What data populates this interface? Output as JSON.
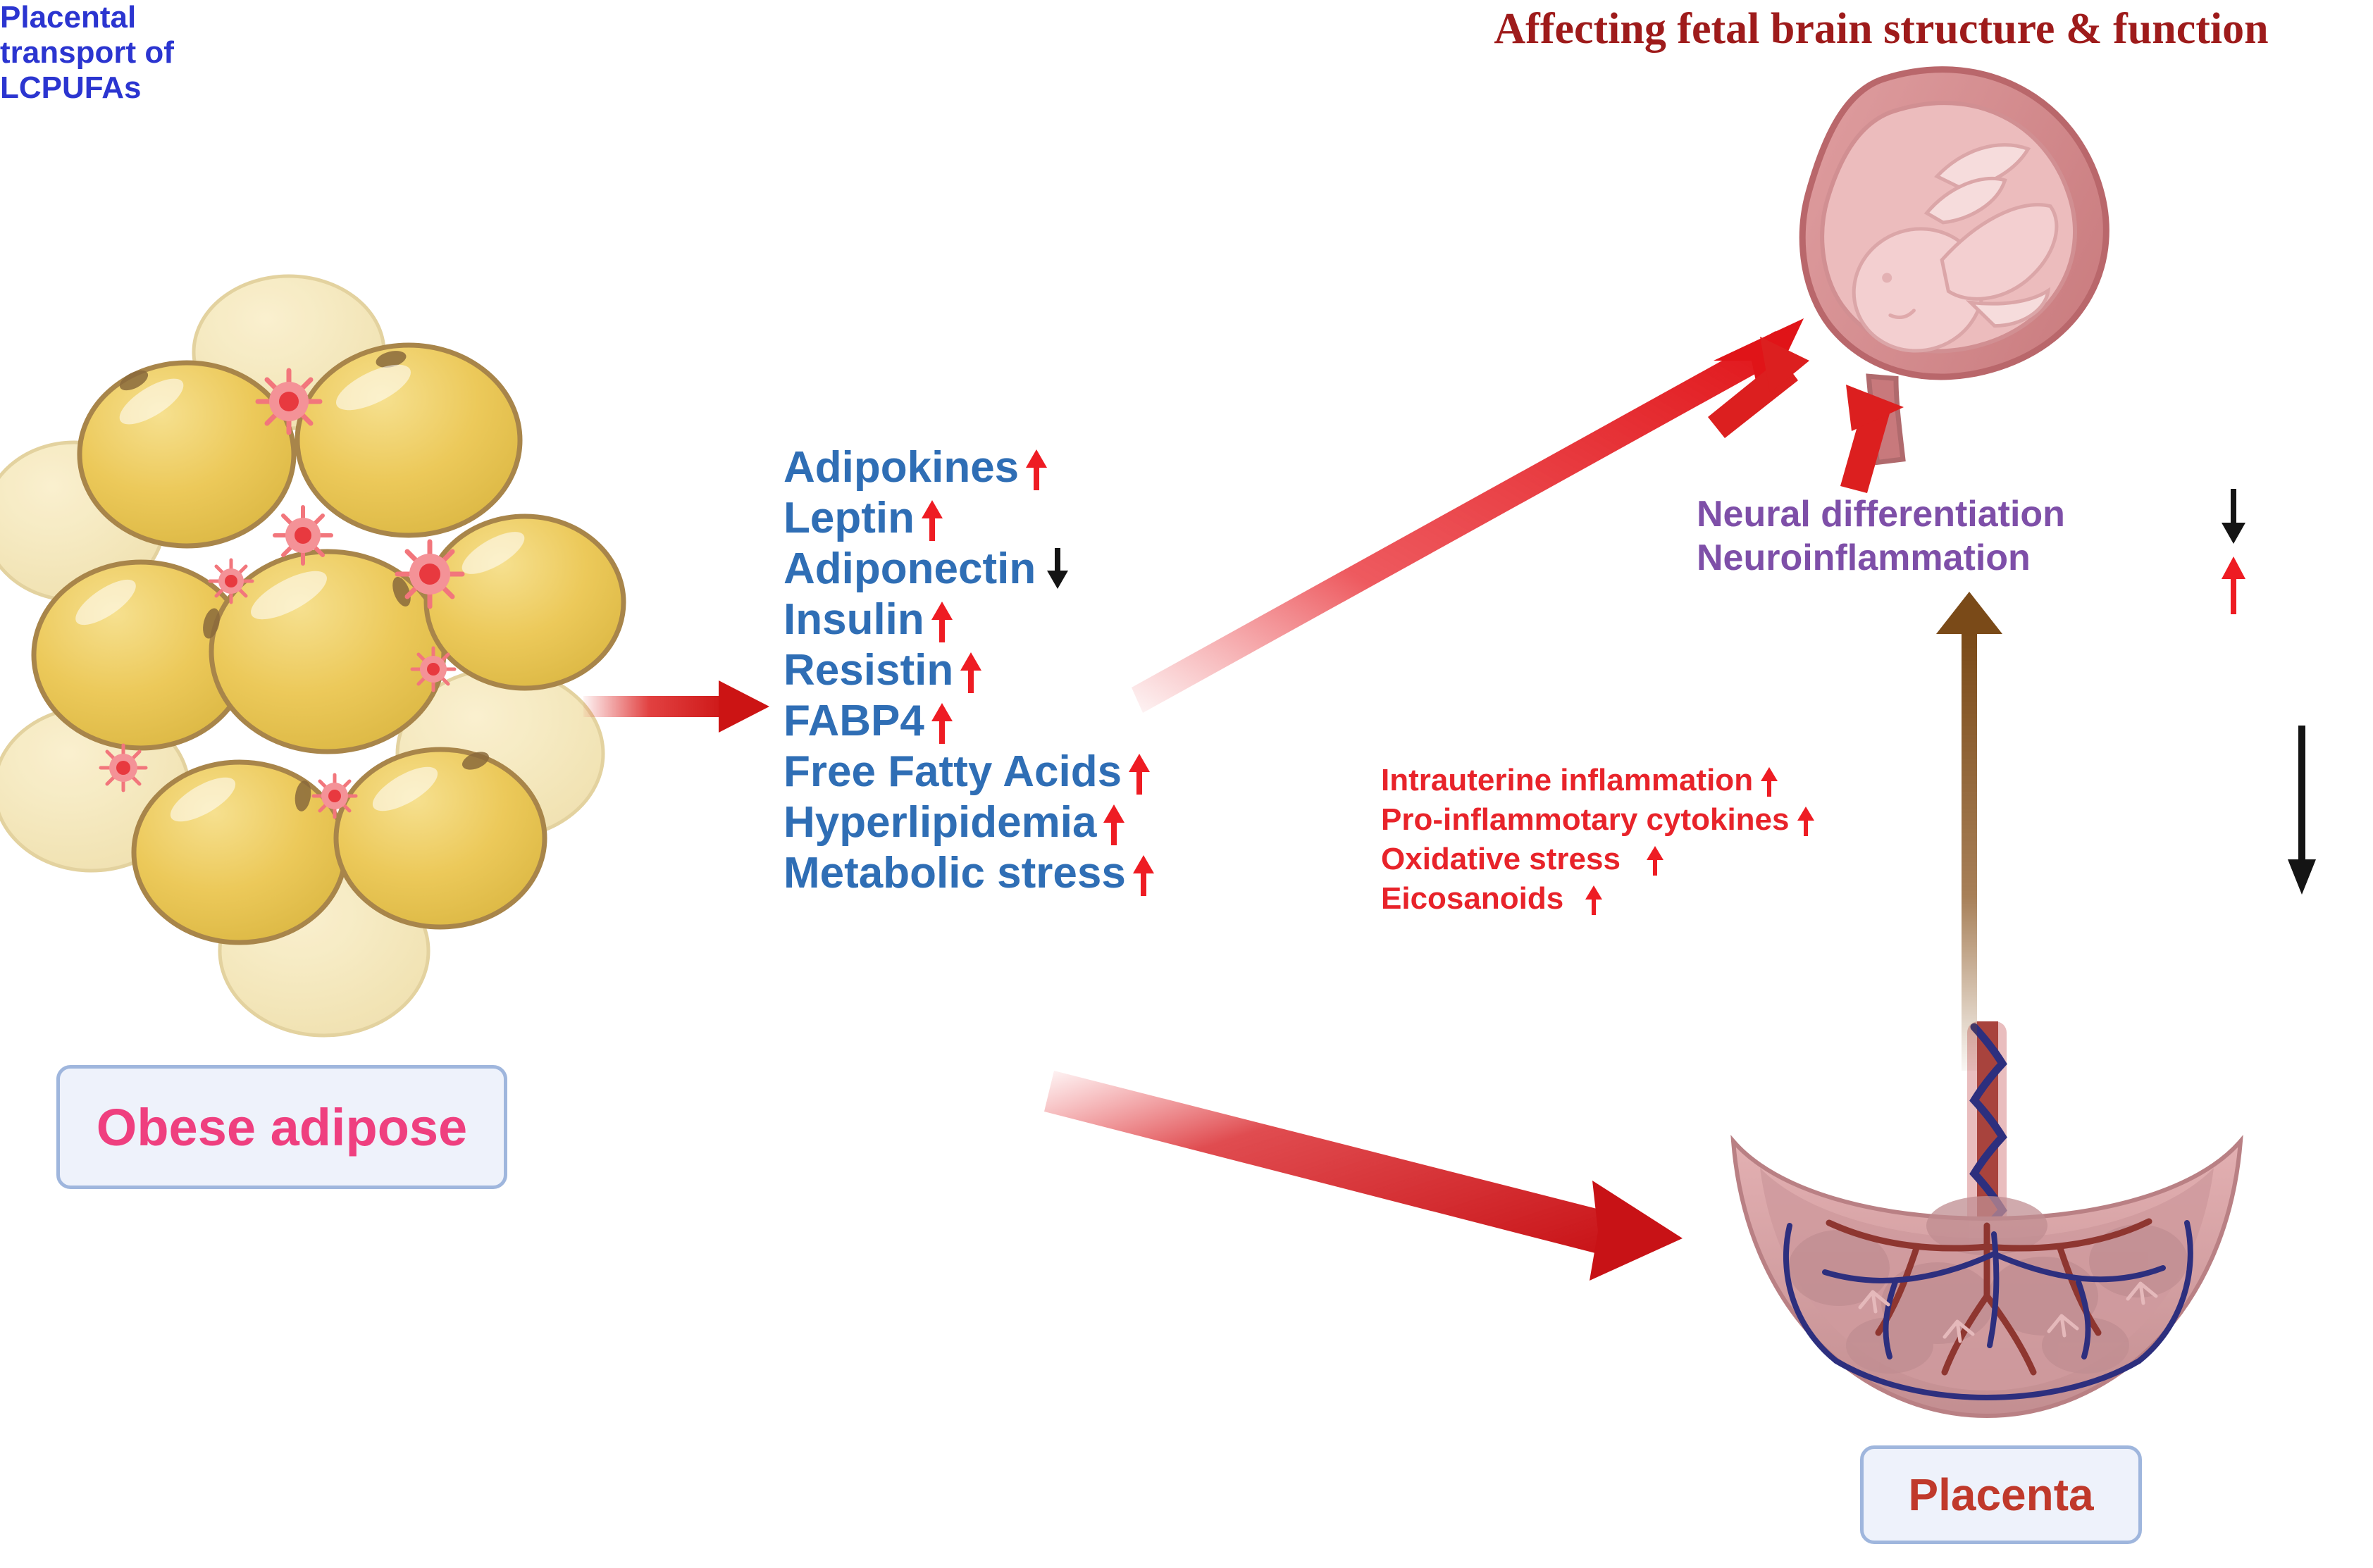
{
  "title": "Affecting fetal brain structure & function",
  "labels": {
    "obese_adipose": "Obese adipose",
    "placenta": "Placenta"
  },
  "colors": {
    "title_red": "#9e1b1b",
    "blue_text": "#2f6eb5",
    "red_text": "#e8232a",
    "purple_text": "#7e4fa8",
    "lcpufa_blue": "#2b35d0",
    "pink_label": "#ef3f7f",
    "placenta_label": "#c0392b",
    "arrow_red": "#dc1f1f",
    "arrow_brown": "#8a5520",
    "arrow_black": "#141414",
    "pill_fill": "#eef2fb",
    "pill_border": "#9fb6dd",
    "adipocyte_yellow": "#eccb5c",
    "adipocyte_pale": "#f4e5b6",
    "macrophage_pink": "#f2767c",
    "uterus_rose": "#d98b8e",
    "placenta_rose": "#d4979a"
  },
  "adipokine_list": {
    "items": [
      {
        "label": "Adipokines",
        "direction": "up",
        "arrow": "red-up-arrow"
      },
      {
        "label": "Leptin",
        "direction": "up",
        "arrow": "red-up-arrow"
      },
      {
        "label": "Adiponectin",
        "direction": "down",
        "arrow": "black-down-arrow"
      },
      {
        "label": "Insulin",
        "direction": "up",
        "arrow": "red-up-arrow"
      },
      {
        "label": "Resistin",
        "direction": "up",
        "arrow": "red-up-arrow"
      },
      {
        "label": "FABP4",
        "direction": "up",
        "arrow": "red-up-arrow"
      },
      {
        "label": "Free Fatty Acids",
        "direction": "up",
        "arrow": "red-up-arrow"
      },
      {
        "label": "Hyperlipidemia",
        "direction": "up",
        "arrow": "red-up-arrow"
      },
      {
        "label": "Metabolic stress",
        "direction": "up",
        "arrow": "red-up-arrow"
      }
    ]
  },
  "placental_stress_list": {
    "items": [
      {
        "label": "Intrauterine inflammation",
        "direction": "up",
        "arrow": "red-up-arrow"
      },
      {
        "label": "Pro-inflammotary cytokines",
        "direction": "up",
        "arrow": "red-up-arrow"
      },
      {
        "label": "Oxidative stress",
        "direction": "up",
        "arrow": "red-up-arrow"
      },
      {
        "label": "Eicosanoids",
        "direction": "up",
        "arrow": "red-up-arrow"
      }
    ]
  },
  "neural_list": {
    "items": [
      {
        "label": "Neural differentiation",
        "direction": "down",
        "arrow": "black-down-arrow"
      },
      {
        "label": "Neuroinflammation",
        "direction": "up",
        "arrow": "red-up-arrow"
      }
    ]
  },
  "placental_transport": {
    "line1": "Placental",
    "line2": "transport of",
    "line3": "LCPUFAs",
    "direction": "down",
    "arrow": "black-down-arrow"
  },
  "connectors": [
    {
      "name": "adipose-to-adipokines",
      "color": "red",
      "from": "obese adipose",
      "to": "adipokine list"
    },
    {
      "name": "adipokines-to-fetus",
      "color": "red",
      "from": "adipokine list",
      "to": "uterus with fetus"
    },
    {
      "name": "adipokines-to-placenta",
      "color": "red",
      "from": "adipokine list",
      "to": "placenta"
    },
    {
      "name": "placenta-to-brain",
      "color": "brown",
      "from": "placenta",
      "to": "neural outcomes"
    },
    {
      "name": "stress-to-uterus-a",
      "color": "red",
      "from": "placental stress",
      "to": "cervix"
    },
    {
      "name": "stress-to-uterus-b",
      "color": "red",
      "from": "neural outcomes",
      "to": "cervix"
    }
  ]
}
